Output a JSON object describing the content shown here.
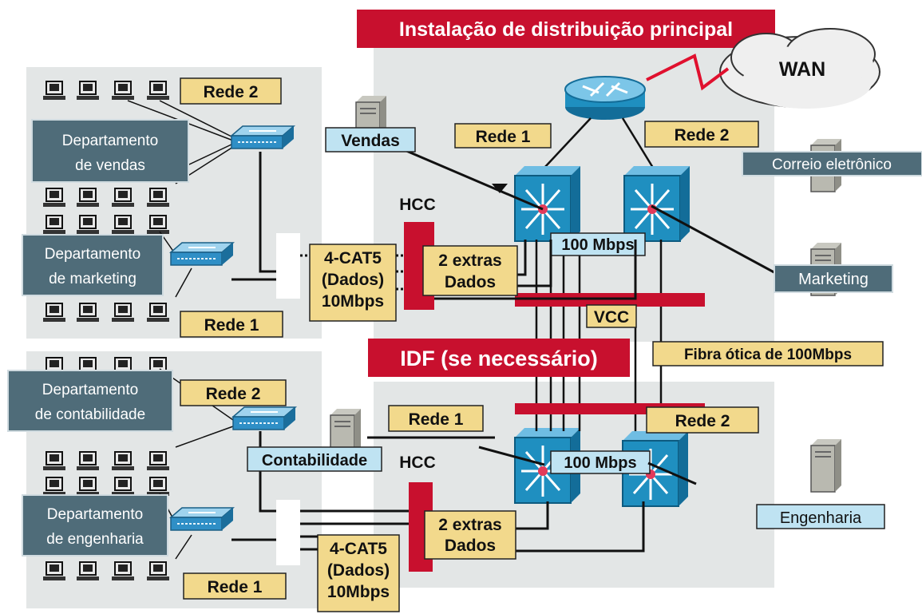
{
  "title": "Instalação de distribuição principal",
  "wan": "WAN",
  "idf": "IDF (se necessário)",
  "vcc": "VCC",
  "fiber": "Fibra ótica de 100Mbps",
  "hcc": "HCC",
  "speed_100": "100 Mbps",
  "labels": {
    "rede1": "Rede 1",
    "rede2": "Rede 2"
  },
  "extras": {
    "line1": "2 extras",
    "line2": "Dados"
  },
  "cat5": {
    "line1": "4-CAT5",
    "line2": "(Dados)",
    "line3": "10Mbps"
  },
  "departments": {
    "vendas": {
      "line1": "Departamento",
      "line2": "de vendas"
    },
    "marketing": {
      "line1": "Departamento",
      "line2": "de marketing"
    },
    "contabilidade": {
      "line1": "Departamento",
      "line2": "de contabilidade"
    },
    "engenharia": {
      "line1": "Departamento",
      "line2": "de engenharia"
    }
  },
  "servers": {
    "vendas": "Vendas",
    "correio": "Correio eletrônico",
    "marketing": "Marketing",
    "contabilidade": "Contabilidade",
    "engenharia": "Engenharia"
  },
  "colors": {
    "red": "#c8102e",
    "yellow_label": "#f2d98c",
    "blue_label": "#bfe3f2",
    "dept_label": "#4f6c79",
    "switch": "#1f8fc0"
  }
}
